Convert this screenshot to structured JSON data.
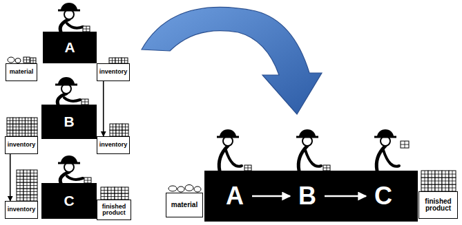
{
  "diagram": {
    "nodes": [
      {
        "text": [
          "material"
        ]
      },
      {
        "text": [
          "A"
        ]
      },
      {
        "text": [
          "inventory"
        ]
      },
      {
        "text": [
          "inventory"
        ]
      },
      {
        "text": [
          "B"
        ]
      },
      {
        "text": [
          "inventory"
        ]
      },
      {
        "text": [
          "inventory"
        ]
      },
      {
        "text": [
          "C"
        ]
      },
      {
        "text": [
          "finished product"
        ]
      },
      {
        "text": [
          "material"
        ]
      },
      {
        "text": [
          "A"
        ]
      },
      {
        "text": [
          "B"
        ]
      },
      {
        "text": [
          "C"
        ]
      },
      {
        "text": [
          "finished product"
        ]
      }
    ],
    "edges": [
      {
        "from": 2,
        "to": 5,
        "arrow": "to"
      },
      {
        "from": 3,
        "to": 6,
        "arrow": "to"
      },
      {
        "from": 10,
        "to": 11,
        "arrow": "to"
      },
      {
        "from": 11,
        "to": 12,
        "arrow": "to"
      }
    ]
  }
}
